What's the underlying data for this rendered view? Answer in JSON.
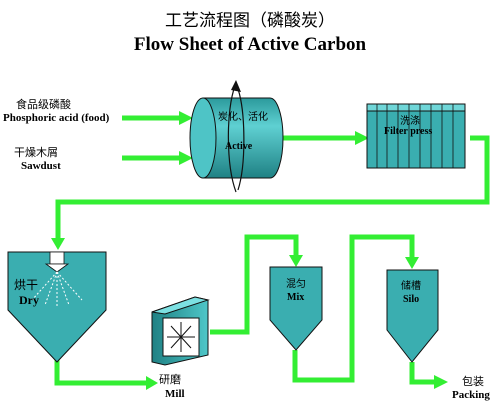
{
  "title_cn": "工艺流程图（磷酸炭）",
  "title_en": "Flow Sheet of Active Carbon",
  "inputs": [
    {
      "cn": "食品级磷酸",
      "en": "Phosphoric acid (food)"
    },
    {
      "cn": "干燥木屑",
      "en": "Sawdust"
    }
  ],
  "steps": {
    "active": {
      "cn": "炭化、活化",
      "en": "Active"
    },
    "filter_press": {
      "cn": "洗涤",
      "en": "Filter press"
    },
    "dry": {
      "cn": "烘干",
      "en": "Dry"
    },
    "mill": {
      "cn": "研磨",
      "en": "Mill"
    },
    "mix": {
      "cn": "混匀",
      "en": "Mix"
    },
    "silo": {
      "cn": "储槽",
      "en": "Silo"
    },
    "packing": {
      "cn": "包装",
      "en": "Packing"
    }
  },
  "colors": {
    "equipment_fill": "#3aaeb0",
    "equipment_dark": "#1e7f82",
    "flow_arrow": "#33ee33"
  }
}
